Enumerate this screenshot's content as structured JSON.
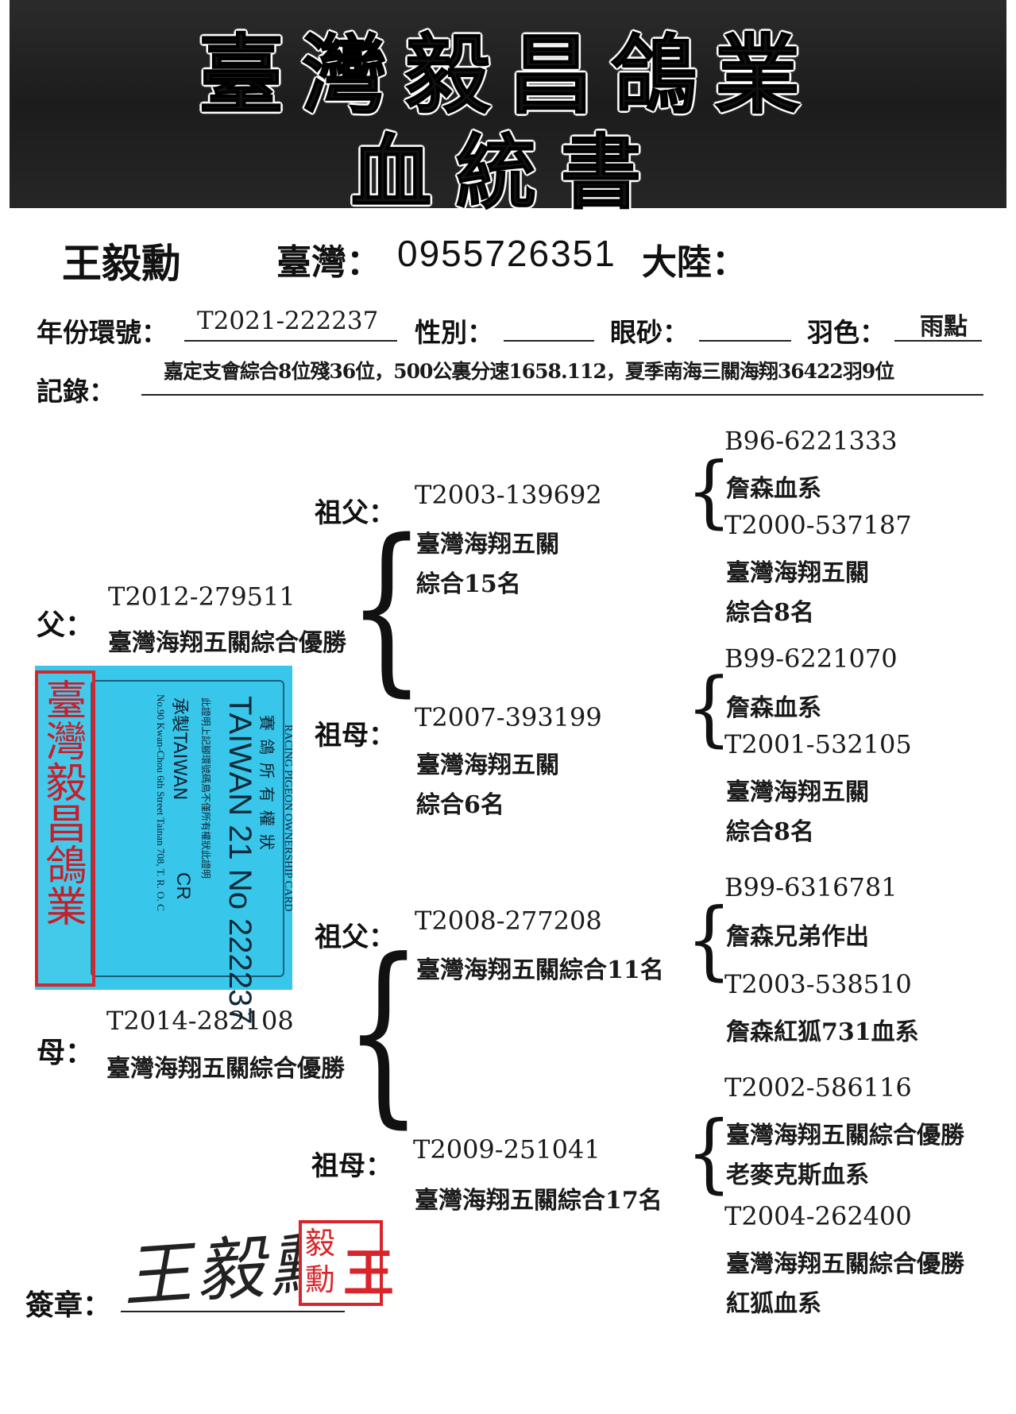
{
  "header": {
    "title": "臺灣毅昌鴿業",
    "subtitle": "血統書"
  },
  "owner": {
    "name": "王毅勳",
    "taiwan_label": "臺灣：",
    "taiwan_phone": "0955726351",
    "mainland_label": "大陸："
  },
  "info": {
    "ring_label": "年份環號：",
    "ring_value": "T2021-222237",
    "sex_label": "性別：",
    "sex_value": "",
    "eye_label": "眼砂：",
    "eye_value": "",
    "color_label": "羽色：",
    "color_value": "雨點",
    "record_label": "記錄：",
    "record_value": "嘉定支會綜合8位殘36位，500公裏分速1658.112，夏季南海三關海翔36422羽9位"
  },
  "pedigree": {
    "father": {
      "label": "父：",
      "ring": "T2012-279511",
      "note": "臺灣海翔五關綜合優勝"
    },
    "mother": {
      "label": "母：",
      "ring": "T2014-282108",
      "note": "臺灣海翔五關綜合優勝"
    },
    "paternal_grandfather": {
      "label": "祖父：",
      "ring": "T2003-139692",
      "note1": "臺灣海翔五關",
      "note2": "綜合15名"
    },
    "paternal_grandmother": {
      "label": "祖母：",
      "ring": "T2007-393199",
      "note1": "臺灣海翔五關",
      "note2": "綜合6名"
    },
    "maternal_grandfather": {
      "label": "祖父：",
      "ring": "T2008-277208",
      "note1": "臺灣海翔五關綜合11名"
    },
    "maternal_grandmother": {
      "label": "祖母：",
      "ring": "T2009-251041",
      "note1": "臺灣海翔五關綜合17名"
    },
    "gg1": {
      "ring": "B96-6221333",
      "note": "詹森血系"
    },
    "gg2": {
      "ring": "T2000-537187",
      "note1": "臺灣海翔五關",
      "note2": "綜合8名"
    },
    "gg3": {
      "ring": "B99-6221070",
      "note": "詹森血系"
    },
    "gg4": {
      "ring": "T2001-532105",
      "note1": "臺灣海翔五關",
      "note2": "綜合8名"
    },
    "gg5": {
      "ring": "B99-6316781",
      "note": "詹森兄弟作出"
    },
    "gg6": {
      "ring": "T2003-538510",
      "note": "詹森紅狐731血系"
    },
    "gg7": {
      "ring": "T2002-586116",
      "note1": "臺灣海翔五關綜合優勝",
      "note2": "老麥克斯血系"
    },
    "gg8": {
      "ring": "T2004-262400",
      "note1": "臺灣海翔五關綜合優勝",
      "note2": "紅狐血系"
    }
  },
  "card": {
    "stamp": "臺灣毅昌鴿業",
    "title_en": "RACING PIGEON OWNERSHIP CARD",
    "title_zh": "賽鴿所有權狀",
    "number": "TAIWAN 21 No 222237",
    "note_zh": "此證明上記腳環號碼鳥不僅所有權狀此證明",
    "maker": "承製TAIWAN",
    "address": "No.90 Kwan-Chou 6th Street Tainan 708, T. R. O. C",
    "cr": "CR"
  },
  "signature": {
    "label": "簽章：",
    "handwriting": "王毅勳",
    "seal_left": "毅勳",
    "seal_right": "王"
  },
  "colors": {
    "banner": "#222222",
    "card_bg": "#38c7ea",
    "stamp_red": "#d8242a"
  }
}
